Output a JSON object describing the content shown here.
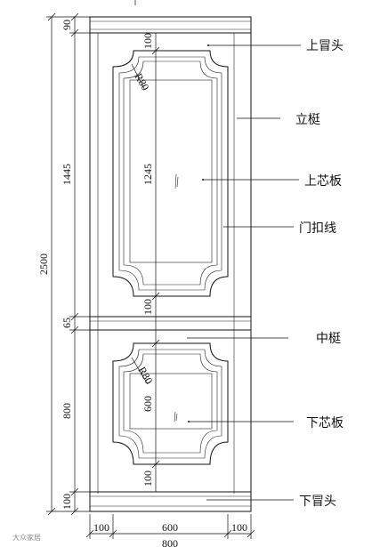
{
  "labels": {
    "top_rail": "上冒头",
    "stile": "立梃",
    "upper_panel": "上芯板",
    "door_molding": "门扣线",
    "middle_rail": "中梃",
    "lower_panel": "下芯板",
    "bottom_rail": "下冒头"
  },
  "dimensions": {
    "total_height": "2500",
    "top_rail": "90",
    "upper_section": "1445",
    "middle_rail": "65",
    "lower_section": "800",
    "bottom_rail": "100",
    "upper_panel_height": "1245",
    "upper_panel_top_gap": "100",
    "upper_panel_bottom_gap": "100",
    "upper_radius": "R80",
    "lower_radius": "R80",
    "lower_panel_height": "600",
    "lower_panel_bottom_gap": "100",
    "width_left": "100",
    "width_center": "600",
    "width_right": "100",
    "total_width": "800"
  },
  "watermark": "大众家居"
}
